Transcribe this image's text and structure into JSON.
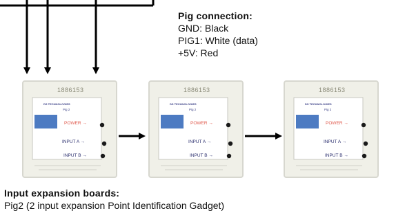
{
  "pig_connection": {
    "title": "Pig connection:",
    "lines": [
      "GND: Black",
      "PIG1: White (data)",
      "+5V: Red"
    ]
  },
  "boards": [
    {
      "serial": "1886153",
      "company": "DS TECHNOLOGIES",
      "model": "Pig 2",
      "power_label": "POWER →",
      "input_a_label": "INPUT A →",
      "input_b_label": "INPUT B →"
    },
    {
      "serial": "1886153",
      "company": "DS TECHNOLOGIES",
      "model": "Pig 2",
      "power_label": "POWER →",
      "input_a_label": "INPUT A →",
      "input_b_label": "INPUT B →"
    },
    {
      "serial": "1886153",
      "company": "DS TECHNOLOGIES",
      "model": "Pig 2",
      "power_label": "POWER →",
      "input_a_label": "INPUT A →",
      "input_b_label": "INPUT B →"
    }
  ],
  "caption": {
    "title": "Input expansion boards:",
    "description": "Pig2 (2 input expansion Point Identification Gadget)"
  },
  "colors": {
    "board_face": "#f0f0e8",
    "board_border": "#d7d7cf",
    "logo_blue": "#4d7bc2",
    "power_red": "#e05a4d",
    "arrow": "#000000"
  }
}
